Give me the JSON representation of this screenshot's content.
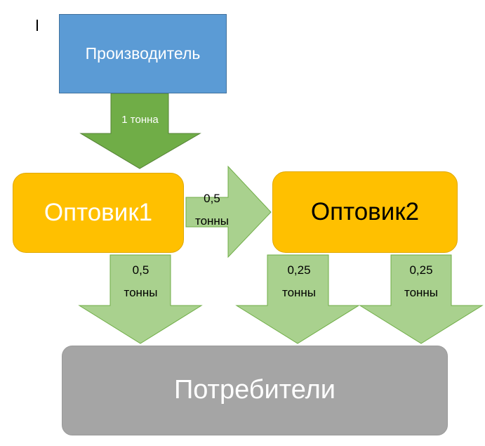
{
  "diagram": {
    "title_caret_visible": true,
    "background_color": "#FFFFFF",
    "nodes": {
      "producer": {
        "label": "Производитель",
        "fill": "#5B9BD5",
        "border": "#41719C",
        "text_color": "#FFFFFF",
        "shape": "rectangle"
      },
      "wholesaler1": {
        "label": "Оптовик1",
        "fill": "#FFC000",
        "border": "#E0A800",
        "text_color": "#FFFFFF",
        "shape": "rounded-rectangle"
      },
      "wholesaler2": {
        "label": "Оптовик2",
        "fill": "#FFC000",
        "border": "#E0A800",
        "text_color": "#000000",
        "shape": "rounded-rectangle"
      },
      "consumers": {
        "label": "Потребители",
        "fill": "#A5A5A5",
        "border": "#9A9A9A",
        "text_color": "#FFFFFF",
        "shape": "rounded-rectangle"
      }
    },
    "arrows": {
      "producer_to_wholesaler1": {
        "amount": "1",
        "unit": "тонна",
        "label_line1": "1 тонна",
        "label_line2": "",
        "direction": "down",
        "fill": "#70AD47",
        "border": "#548235",
        "text_color": "#FFFFFF"
      },
      "wholesaler1_to_wholesaler2": {
        "amount": "0,5",
        "unit": "тонны",
        "label_line1": "0,5",
        "label_line2": "тонны",
        "direction": "right",
        "fill": "#A9D18E",
        "border": "#70AD47",
        "text_color": "#000000"
      },
      "wholesaler1_to_consumers": {
        "amount": "0,5",
        "unit": "тонны",
        "label_line1": "0,5",
        "label_line2": "тонны",
        "direction": "down",
        "fill": "#A9D18E",
        "border": "#70AD47",
        "text_color": "#000000"
      },
      "wholesaler2_to_consumers_left": {
        "amount": "0,25",
        "unit": "тонны",
        "label_line1": "0,25",
        "label_line2": "тонны",
        "direction": "down",
        "fill": "#A9D18E",
        "border": "#70AD47",
        "text_color": "#000000"
      },
      "wholesaler2_to_consumers_right": {
        "amount": "0,25",
        "unit": "тонны",
        "label_line1": "0,25",
        "label_line2": "тонны",
        "direction": "down",
        "fill": "#A9D18E",
        "border": "#70AD47",
        "text_color": "#000000"
      }
    }
  }
}
